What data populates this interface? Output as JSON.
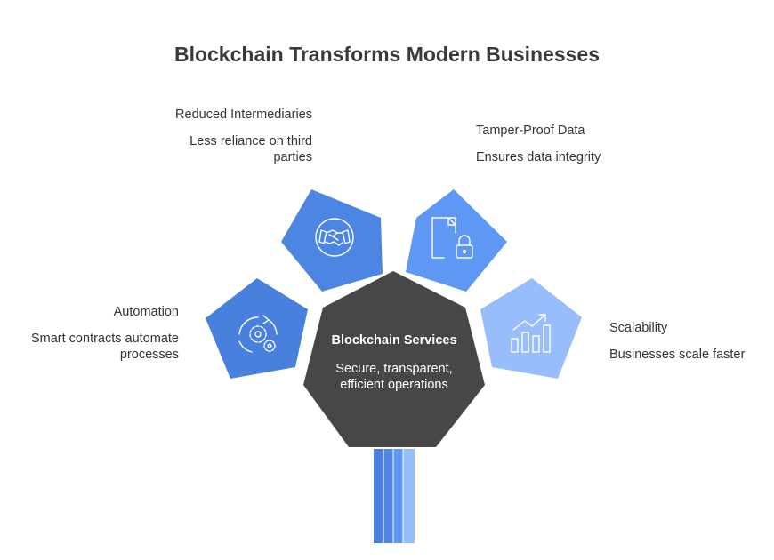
{
  "title": "Blockchain Transforms Modern Businesses",
  "hub": {
    "title": "Blockchain Services",
    "description_line1": "Secure, transparent,",
    "description_line2": "efficient operations",
    "color": "#474747"
  },
  "petals": [
    {
      "heading": "Reduced Intermediaries",
      "desc_line1": "Less reliance on third",
      "desc_line2": "parties",
      "icon": "handshake-icon",
      "color": "#4d86e2"
    },
    {
      "heading": "Tamper-Proof Data",
      "desc_line1": "Ensures data integrity",
      "desc_line2": "",
      "icon": "locked-document-icon",
      "color": "#5e97f4"
    },
    {
      "heading": "Automation",
      "desc_line1": "Smart contracts automate",
      "desc_line2": "processes",
      "icon": "cog-cycle-icon",
      "color": "#4a80dd"
    },
    {
      "heading": "Scalability",
      "desc_line1": "Businesses scale faster",
      "desc_line2": "",
      "icon": "growth-chart-icon",
      "color": "#97bdfa"
    }
  ],
  "stem_colors": [
    "#4a80dd",
    "#4d86e2",
    "#5e97f4",
    "#97bdfa"
  ]
}
